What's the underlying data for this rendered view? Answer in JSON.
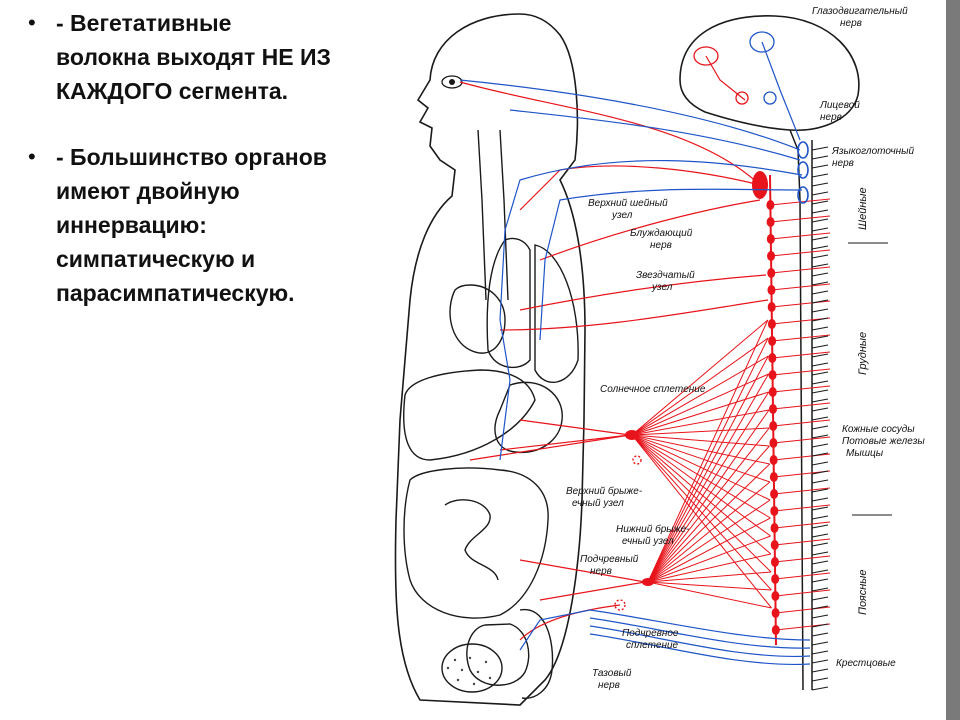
{
  "bullets": [
    {
      "marker": "•",
      "text": "- Вегетативные\nволокна выходят НЕ ИЗ\nКАЖДОГО сегмента."
    },
    {
      "marker": "•",
      "text": "- Большинство органов\nимеют двойную\nиннервацию:\nсимпатическую и\nпарасимпатическую."
    }
  ],
  "figure": {
    "labels": {
      "oculomotor_1": "Глазодвигательный",
      "oculomotor_2": "нерв",
      "facial_1": "Лицевой",
      "facial_2": "нерв",
      "glosso_1": "Языкоглоточный",
      "glosso_2": "нерв",
      "sup_cervical_1": "Верхний шейный",
      "sup_cervical_2": "узел",
      "vagus_1": "Блуждающий",
      "vagus_2": "нерв",
      "stellate_1": "Звездчатый",
      "stellate_2": "узел",
      "solar": "Солнечное сплетение",
      "skin_1": "Кожные сосуды",
      "skin_2": "Потовые железы",
      "skin_3": "Мышцы",
      "sup_mesent_1": "Верхний брыже-",
      "sup_mesent_2": "ечный узел",
      "inf_mesent_1": "Нижний брыже-",
      "inf_mesent_2": "ечный узел",
      "hypogastric_1": "Подчревный",
      "hypogastric_2": "нерв",
      "hypogastric_plexus_1": "Подчревное",
      "hypogastric_plexus_2": "сплетение",
      "pelvic_1": "Тазовый",
      "pelvic_2": "нерв"
    },
    "regions": {
      "cervical": "Шейные",
      "thoracic": "Грудные",
      "lumbar": "Поясные",
      "sacral": "Крестцовые"
    },
    "colors": {
      "sympathetic": "#e8141b",
      "parasympathetic": "#1f55c8",
      "outline": "#1a1a1a"
    }
  }
}
